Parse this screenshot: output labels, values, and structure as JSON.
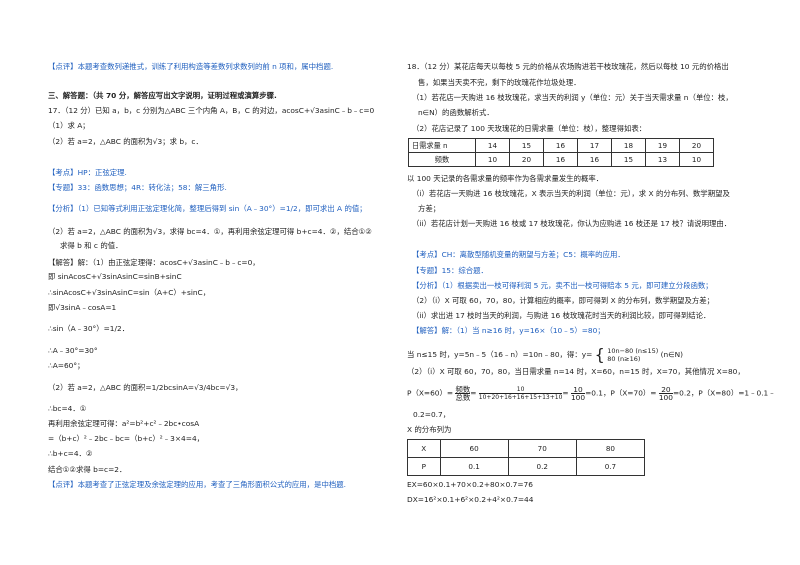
{
  "left": {
    "l01": "【点评】本题考查数列递推式，训练了利用构造等差数列求数列的前 n 项和，属中档题.",
    "l02": "三、解答题：（共 70 分，解答应写出文字说明，证明过程或演算步骤.",
    "l03": "17．（12 分）已知 a，b，c 分别为△ABC 三个内角 A，B，C 的对边，acosC+√3asinC﹣b﹣c=0",
    "l04": "（1）求 A；",
    "l05": "（2）若 a=2，△ABC 的面积为√3；求 b，c．",
    "l06": "【考点】HP：正弦定理.",
    "l07": "【专题】33：函数思想；4R：转化法；58：解三角形.",
    "l08": "【分析】（1）已知等式利用正弦定理化简，整理后得到 sin（A﹣30°）=1/2，即可求出 A 的值；",
    "l09": "（2）若 a=2，△ABC 的面积为√3，求得 bc=4．①，再利用余弦定理可得 b+c=4．②，结合①②",
    "l10": "求得 b 和 c 的值．",
    "l11": "【解答】解：（1）由正弦定理得：acosC+√3asinC﹣b﹣c=0，",
    "l12": "即 sinAcosC+√3sinAsinC=sinB+sinC",
    "l13": "∴sinAcosC+√3sinAsinC=sin（A+C）+sinC，",
    "l14": "即√3sinA﹣cosA=1",
    "l15": "∴sin（A﹣30°）=1/2．",
    "l16": "∴A﹣30°=30°",
    "l17": "∴A=60°；",
    "l18": "（2）若 a=2，△ABC 的面积=1/2bcsinA=√3/4bc=√3，",
    "l19": "∴bc=4．①",
    "l20": "再利用余弦定理可得：a²=b²+c²﹣2bc•cosA",
    "l21": "=（b+c）²﹣2bc﹣bc=（b+c）²﹣3×4=4，",
    "l22": "∴b+c=4．②",
    "l23": "结合①②求得 b=c=2．",
    "l24": "【点评】本题考查了正弦定理及余弦定理的应用，考查了三角形面积公式的应用，是中档题."
  },
  "right": {
    "r01": "18．（12 分）某花店每天以每枝 5 元的价格从农场购进若干枝玫瑰花，然后以每枝 10 元的价格出",
    "r02": "售，如果当天卖不完，剩下的玫瑰花作垃圾处理．",
    "r03": "（1）若花店一天购进 16 枝玫瑰花，求当天的利润 y（单位：元）关于当天需求量 n（单位：枝，",
    "r04": "n∈N）的函数解析式．",
    "r05": "（2）花店记录了 100 天玫瑰花的日需求量（单位：枝），整理得如表：",
    "t1_row1": [
      "日需求量 n",
      "14",
      "15",
      "16",
      "17",
      "18",
      "19",
      "20"
    ],
    "t1_row2": [
      "频数",
      "10",
      "20",
      "16",
      "16",
      "15",
      "13",
      "10"
    ],
    "r06": "以 100 天记录的各需求量的频率作为各需求量发生的概率．",
    "r07": "（i）若花店一天购进 16 枝玫瑰花，X 表示当天的利润（单位：元），求 X 的分布列、数学期望及",
    "r08": "方差；",
    "r09": "（ii）若花店计划一天购进 16 枝或 17 枝玫瑰花，你认为应购进 16 枝还是 17 枝？请说明理由．",
    "r10": "【考点】CH：离散型随机变量的期望与方差；C5：概率的应用．",
    "r11": "【专题】15：综合题．",
    "r12": "【分析】（1）根据卖出一枝可得利润 5 元，卖不出一枝可得赔本 5 元，即可建立分段函数；",
    "r13": "（2）（i）X 可取 60，70，80，计算相应的概率，即可得到 X 的分布列，数学期望及方差；",
    "r14": "（ii）求出进 17 枝时当天的利润，与购进 16 枝玫瑰花时当天的利润比较，即可得到结论．",
    "r15": "【解答】解：（1）当 n≥16 时，y=16×（10﹣5）=80；",
    "r16a": "当 n≤15 时，y=5n﹣5（16﹣n）=10n﹣80，得：y=",
    "r16b": "10n−80 (n≤15)",
    "r16c": "80      (n≥16)",
    "r16d": "(n∈N)",
    "r17": "（2）（i）X 可取 60，70，80，当日需求量 n=14 时，X=60，n=15 时，X=70，其他情况 X=80，",
    "r18a": "P（X=60）=",
    "r18b": "频数",
    "r18c": "总数",
    "r18d": "10",
    "r18e": "10+20+16+16+15+13+10",
    "r18f": "10",
    "r18g": "100",
    "r18h": "=0.1，P（X=70）=",
    "r18i": "20",
    "r18j": "100",
    "r18k": "=0.2，P（X=80）=1﹣0.1﹣",
    "r19": "0.2=0.7，",
    "r20": "X 的分布列为",
    "t2_row1": [
      "X",
      "60",
      "70",
      "80"
    ],
    "t2_row2": [
      "P",
      "0.1",
      "0.2",
      "0.7"
    ],
    "r21": "EX=60×0.1+70×0.2+80×0.7=76",
    "r22": "DX=16²×0.1+6²×0.2+4²×0.7=44"
  },
  "colors": {
    "label_blue": "#1f5fbf",
    "text": "#222222"
  }
}
